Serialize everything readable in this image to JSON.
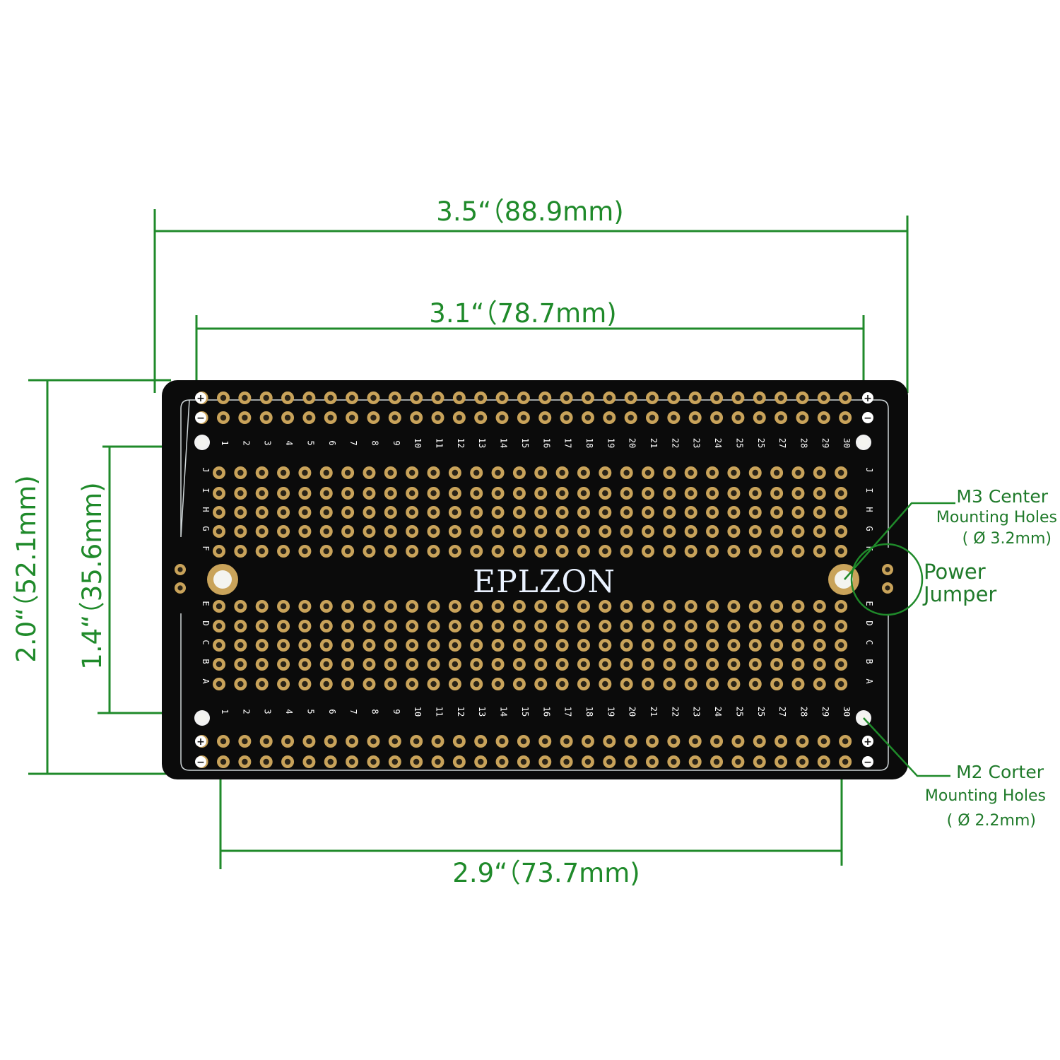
{
  "dimensions": {
    "overall_width": "3.5“（88.9mm)",
    "mount_width": "3.1“（78.7mm)",
    "center_mount_width": "2.9“（73.7mm)",
    "overall_height": "2.0“（52.1mm)",
    "mount_height": "1.4“（35.6mm)"
  },
  "board": {
    "brand": "EPLZON",
    "column_numbers": [
      "1",
      "2",
      "3",
      "4",
      "5",
      "6",
      "7",
      "8",
      "9",
      "10",
      "11",
      "12",
      "13",
      "14",
      "15",
      "16",
      "17",
      "18",
      "19",
      "20",
      "21",
      "22",
      "23",
      "24",
      "25",
      "25",
      "27",
      "28",
      "29",
      "30"
    ],
    "top_row_letters": [
      "J",
      "I",
      "H",
      "G",
      "F"
    ],
    "bottom_row_letters": [
      "E",
      "D",
      "C",
      "B",
      "A"
    ],
    "rail_symbols": [
      "+",
      "−"
    ]
  },
  "callouts": {
    "m3": {
      "title": "M3 Center",
      "subtitle": "Mounting Holes",
      "size": "( Ø 3.2mm)"
    },
    "power": {
      "line1": "Power",
      "line2": "Jumper"
    },
    "m2": {
      "title": "M2 Corter",
      "subtitle": "Mounting Holes",
      "size": "( Ø 2.2mm)"
    }
  },
  "colors": {
    "dimension_line": "#1f8a2a",
    "board": "#0b0b0b",
    "pad": "#c9a35a",
    "silkscreen": "#ffffff"
  }
}
